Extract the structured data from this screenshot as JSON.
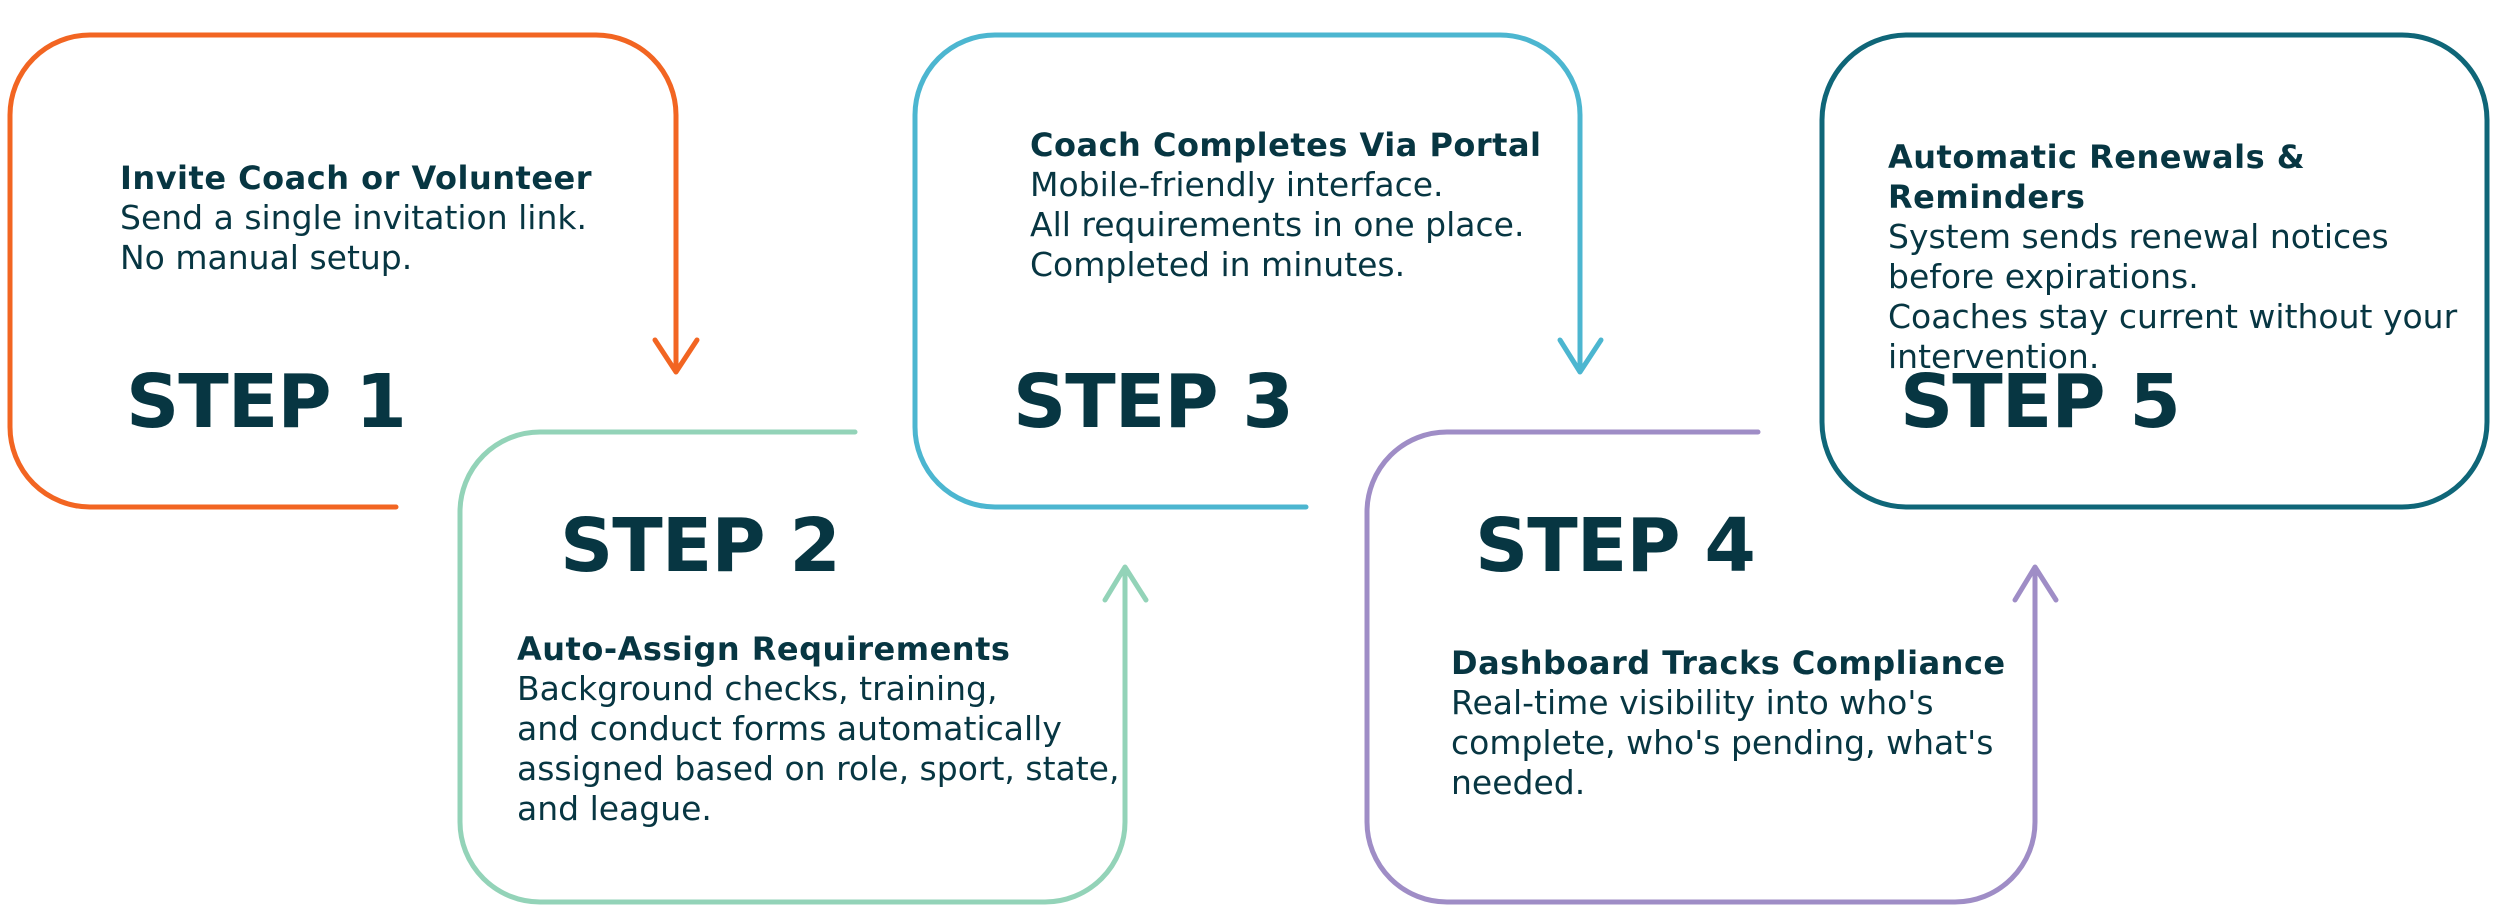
{
  "steps": [
    {
      "label": "STEP 1",
      "color": "#F26522",
      "title": "Invite Coach or Volunteer",
      "lines": [
        "Send a single invitation link.",
        "No manual setup."
      ]
    },
    {
      "label": "STEP 2",
      "color": "#93D3B8",
      "title": "Auto-Assign Requirements",
      "lines": [
        "Background checks, training,",
        "and conduct forms automatically",
        "assigned based on role, sport, state,",
        "and league."
      ]
    },
    {
      "label": "STEP 3",
      "color": "#4CB6D0",
      "title": "Coach Completes Via Portal",
      "lines": [
        "Mobile-friendly interface.",
        "All requirements in one place.",
        "Completed in minutes."
      ]
    },
    {
      "label": "STEP 4",
      "color": "#9F8DC6",
      "title": "Dashboard Tracks Compliance",
      "lines": [
        "Real-time visibility into who's",
        "complete, who's pending, what's",
        "needed."
      ]
    },
    {
      "label": "STEP 5",
      "color": "#0F6678",
      "title": "Automatic Renewals & Reminders",
      "lines": [
        "System sends renewal notices",
        "before expirations.",
        "Coaches stay current without your",
        "intervention."
      ]
    }
  ]
}
